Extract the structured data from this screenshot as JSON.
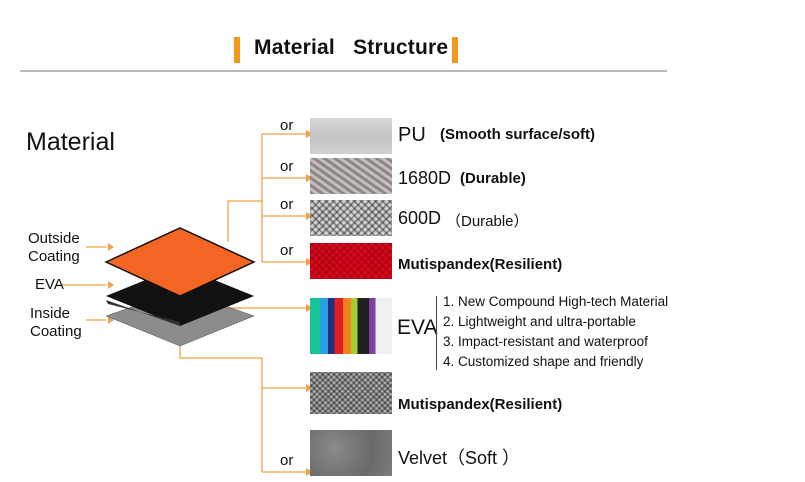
{
  "title": "Material   Structure",
  "material_heading": "Material",
  "layers": {
    "outside_line1": "Outside",
    "outside_line2": "Coating",
    "eva": "EVA",
    "inside_line1": "Inside",
    "inside_line2": "Coating"
  },
  "or_label": "or",
  "outside_options": [
    {
      "name": "PU",
      "note": "(Smooth surface/soft)"
    },
    {
      "name": "1680D",
      "note": "(Durable)"
    },
    {
      "name": "600D",
      "note": "（Durable）"
    },
    {
      "name": "Mutispandex(Resilient)",
      "note": ""
    }
  ],
  "eva": {
    "name": "EVA",
    "features": [
      "1. New Compound High-tech Material",
      "2. Lightweight and ultra-portable",
      "3. Impact-resistant and waterproof",
      "4. Customized shape and friendly"
    ]
  },
  "inside_options": [
    {
      "name": "Mutispandex(Resilient)"
    },
    {
      "name": "Velvet（Soft  ）"
    }
  ],
  "colors": {
    "accent": "#f29a1f",
    "outside_layer": "#f26522",
    "eva_layer": "#111111",
    "inside_layer": "#8c8c8c"
  }
}
